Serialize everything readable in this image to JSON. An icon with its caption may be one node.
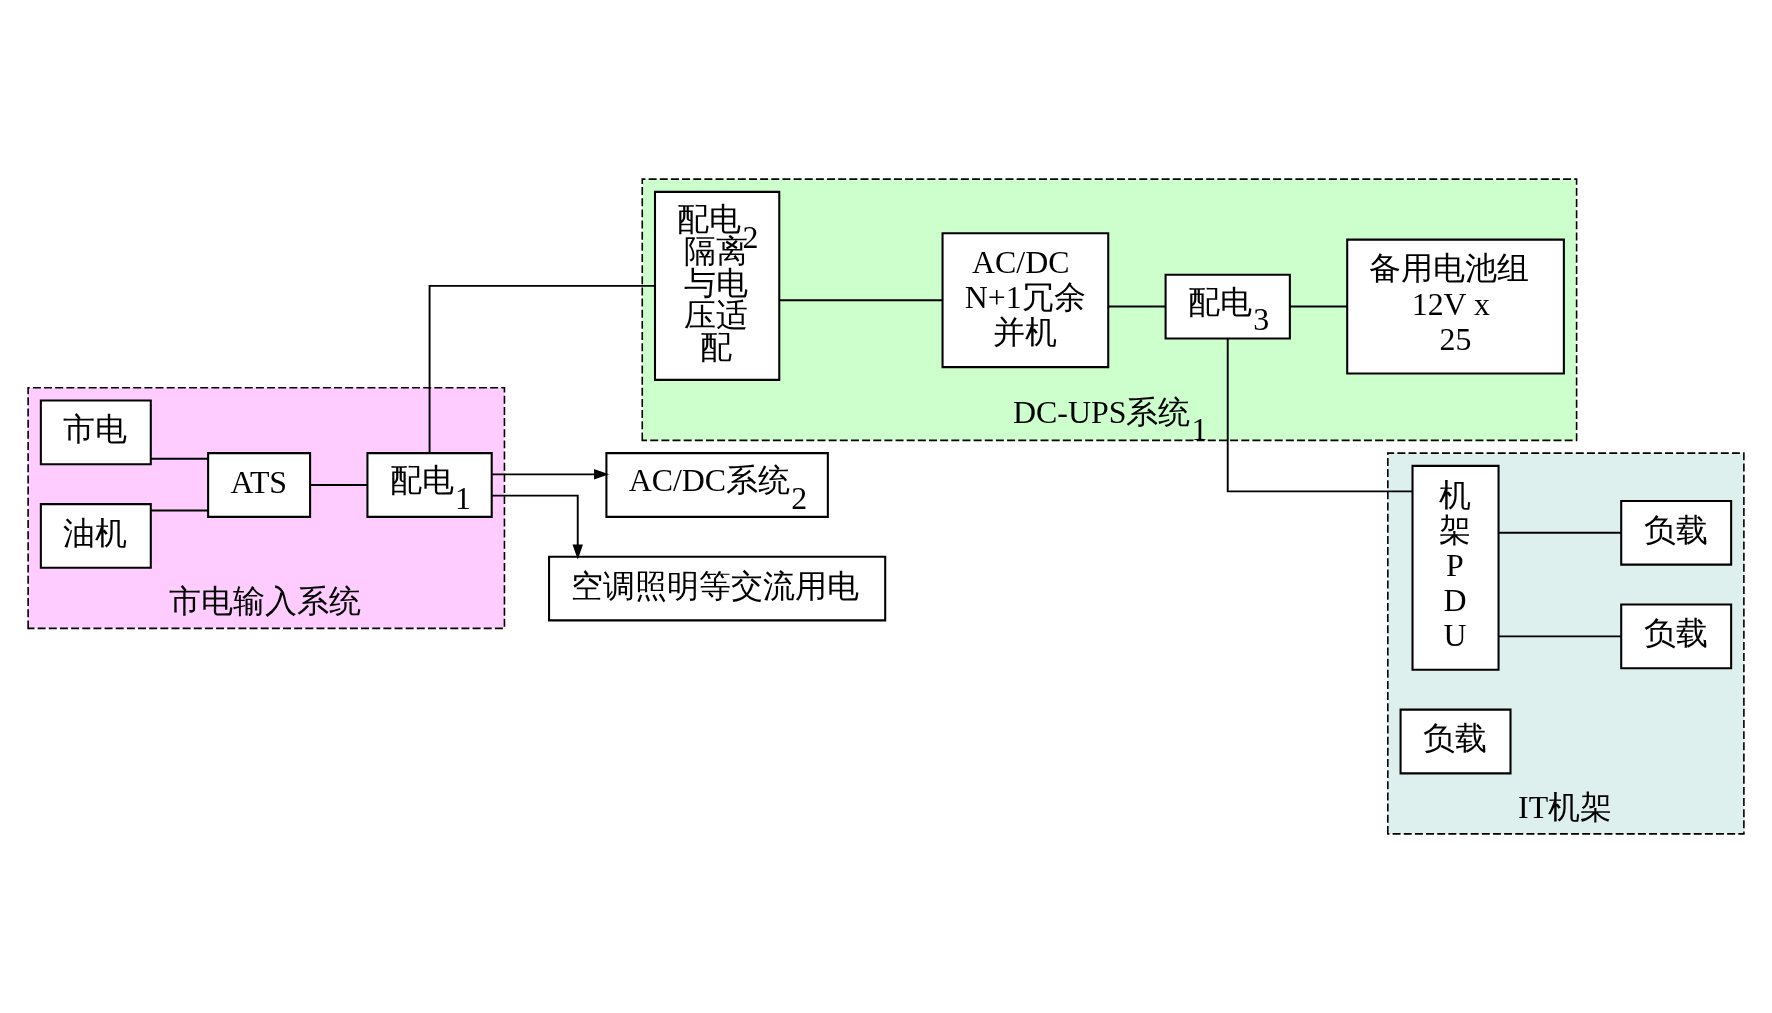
{
  "diagram": {
    "nodes": [
      {
        "text": [
          "市电输入系统"
        ]
      },
      {
        "text": [
          "市电"
        ],
        "in": 0
      },
      {
        "text": [
          "油机"
        ],
        "in": 0
      },
      {
        "text": [
          "ATS"
        ],
        "in": 0
      },
      {
        "text": [
          "配电$_{1}$"
        ],
        "in": 0
      },
      {
        "text": [
          "DC-UPS系统$_{1}$"
        ]
      },
      {
        "text": [
          "配电$_{2}$隔离与电压适配"
        ],
        "in": 5
      },
      {
        "text": [
          "AC/DC N+1冗余并机"
        ],
        "in": 5
      },
      {
        "text": [
          "配电$_{3}$"
        ],
        "in": 5
      },
      {
        "text": [
          "备用电池组 12V x 25"
        ],
        "in": 5
      },
      {
        "text": [
          "IT机架"
        ]
      },
      {
        "text": [
          "机架PDU"
        ],
        "in": 10
      },
      {
        "text": [
          "负载"
        ],
        "in": 10
      },
      {
        "text": [
          "负载"
        ],
        "in": 10
      },
      {
        "text": [
          "负载"
        ],
        "in": 10
      },
      {
        "text": [
          "AC/DC系统$_{2}$"
        ]
      },
      {
        "text": [
          "空调照明等交流用电"
        ]
      }
    ],
    "edges": [
      {
        "from": 1,
        "to": 3,
        "arrow": "none"
      },
      {
        "from": 2,
        "to": 3,
        "arrow": "none"
      },
      {
        "from": 3,
        "to": 4,
        "arrow": "none"
      },
      {
        "from": 4,
        "to": 6,
        "arrow": "none"
      },
      {
        "from": 4,
        "to": 15,
        "arrow": "to"
      },
      {
        "from": 4,
        "to": 16,
        "arrow": "to"
      },
      {
        "from": 6,
        "to": 7,
        "arrow": "none"
      },
      {
        "from": 7,
        "to": 8,
        "arrow": "none"
      },
      {
        "from": 8,
        "to": 9,
        "arrow": "none"
      },
      {
        "from": 8,
        "to": 11,
        "arrow": "none"
      },
      {
        "from": 11,
        "to": 12,
        "arrow": "none"
      },
      {
        "from": 11,
        "to": 13,
        "arrow": "none"
      }
    ]
  }
}
